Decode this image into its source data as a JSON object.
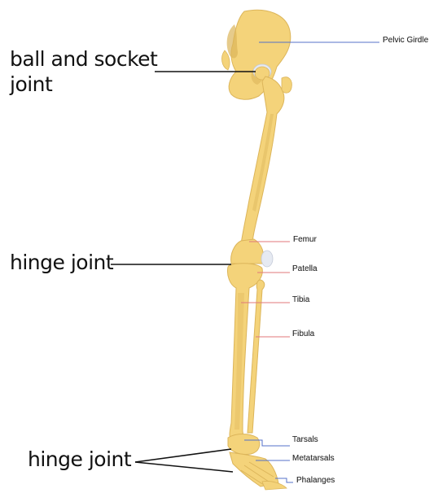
{
  "joint_labels": {
    "hip": "ball and socket\njoint",
    "knee": "hinge joint",
    "ankle": "hinge joint"
  },
  "bone_labels": {
    "pelvic_girdle": "Pelvic Girdle",
    "femur": "Femur",
    "patella": "Patella",
    "tibia": "Tibia",
    "fibula": "Fibula",
    "tarsals": "Tarsals",
    "metatarsals": "Metatarsals",
    "phalanges": "Phalanges"
  },
  "colors": {
    "bone": "#f4d37a",
    "bone_shadow": "#dcb55a",
    "cartilage": "#e6eaf2",
    "pointer_blue": "#5470c8",
    "pointer_red": "#e0777a",
    "pointer_black": "#111111"
  }
}
